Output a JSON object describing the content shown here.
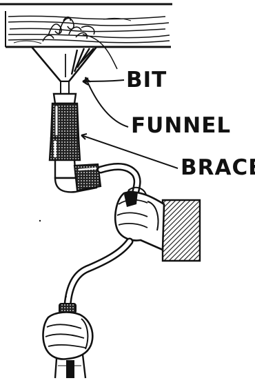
{
  "labels": {
    "bit": "BIT",
    "funnel": "FUNNEL",
    "brace": "BRACE"
  },
  "colors": {
    "ink": "#111111",
    "paper": "#ffffff"
  }
}
